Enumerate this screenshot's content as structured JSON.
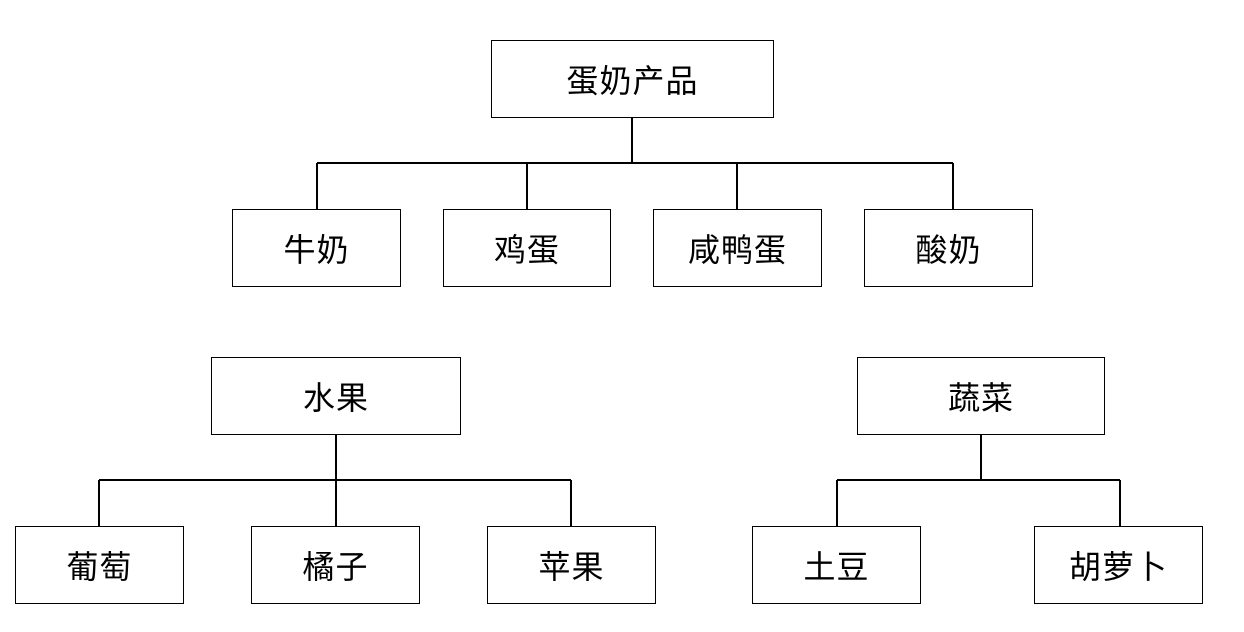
{
  "trees": [
    {
      "root": "蛋奶产品",
      "children": [
        "牛奶",
        "鸡蛋",
        "咸鸭蛋",
        "酸奶"
      ]
    },
    {
      "root": "水果",
      "children": [
        "葡萄",
        "橘子",
        "苹果"
      ]
    },
    {
      "root": "蔬菜",
      "children": [
        "土豆",
        "胡萝卜"
      ]
    }
  ]
}
